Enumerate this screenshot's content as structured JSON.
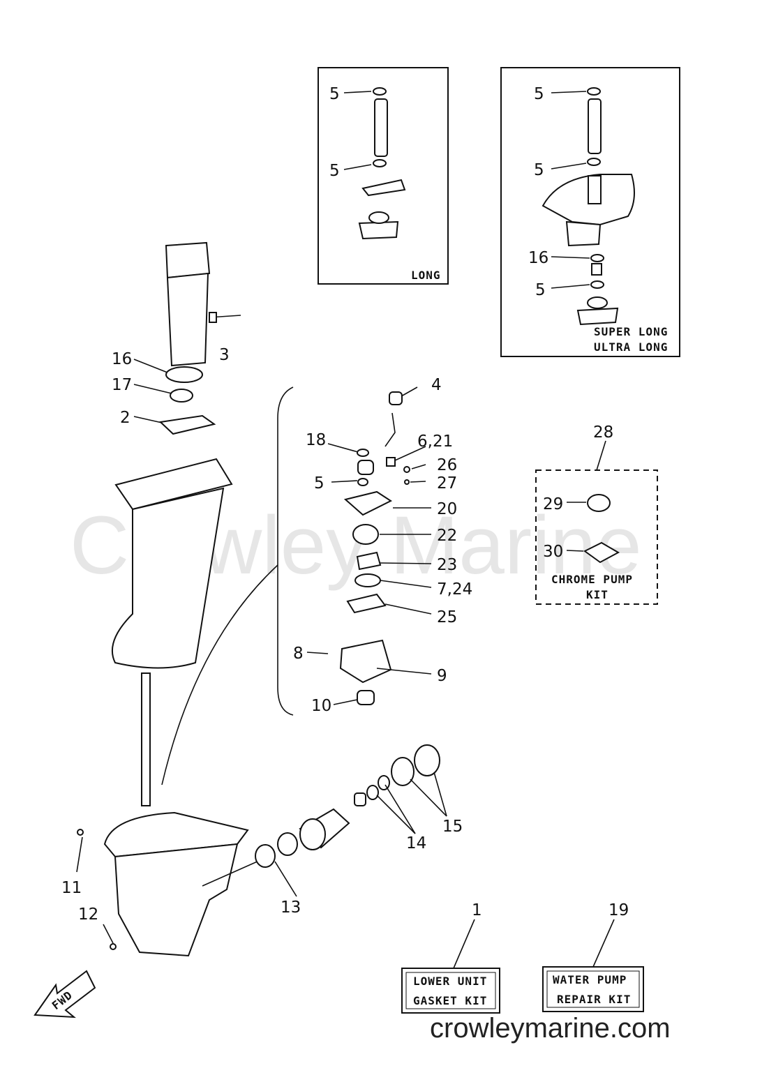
{
  "watermark": "Crowley Marine",
  "site": "crowleymarine.com",
  "insets": {
    "long": "LONG",
    "super_long": "SUPER LONG",
    "ultra_long": "ULTRA LONG"
  },
  "kits": {
    "chrome_pump_line1": "CHROME PUMP",
    "chrome_pump_line2": "KIT",
    "lower_unit_line1": "LOWER UNIT",
    "lower_unit_line2": "GASKET KIT",
    "water_pump_line1": "WATER PUMP",
    "water_pump_line2": "REPAIR KIT"
  },
  "fwd": "FWD",
  "callouts": {
    "c1": "1",
    "c2": "2",
    "c3": "3",
    "c4": "4",
    "c5a": "5",
    "c5b": "5",
    "c5c": "5",
    "c5d": "5",
    "c5e": "5",
    "c5f": "5",
    "c6_21": "6,21",
    "c7_24": "7,24",
    "c8": "8",
    "c9": "9",
    "c10": "10",
    "c11": "11",
    "c12": "12",
    "c13": "13",
    "c14": "14",
    "c15": "15",
    "c16a": "16",
    "c16b": "16",
    "c17": "17",
    "c18": "18",
    "c19": "19",
    "c20": "20",
    "c22": "22",
    "c23": "23",
    "c25": "25",
    "c26": "26",
    "c27": "27",
    "c28": "28",
    "c29": "29",
    "c30": "30"
  }
}
